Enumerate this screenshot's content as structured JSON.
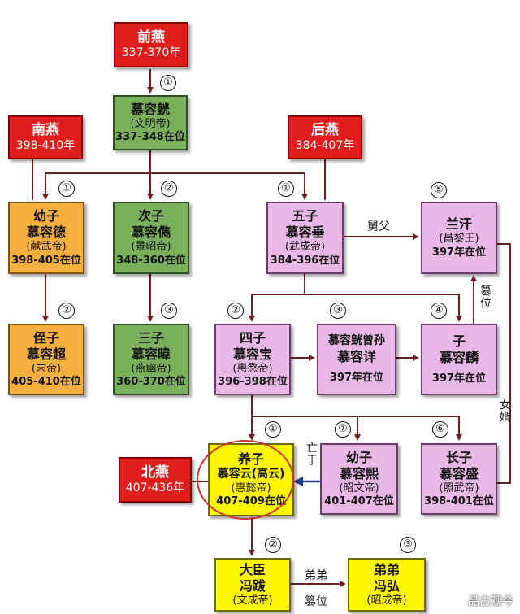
{
  "nodes": {
    "qianyan": {
      "line1": "前燕",
      "line2": "337-370年"
    },
    "nanyan": {
      "line1": "南燕",
      "line2": "398-410年"
    },
    "houyan": {
      "line1": "后燕",
      "line2": "384-407年"
    },
    "beiyan": {
      "line1": "北燕",
      "line2": "407-436年"
    },
    "murong_huang": {
      "name": "慕容皝",
      "title": "(文明帝)",
      "reign": "337-348在位"
    },
    "murong_de": {
      "relation": "幼子",
      "name": "慕容德",
      "title": "(献武帝)",
      "reign": "398-405在位"
    },
    "murong_jun": {
      "relation": "次子",
      "name": "慕容儁",
      "title": "(景昭帝)",
      "reign": "348-360在位"
    },
    "murong_chui": {
      "relation": "五子",
      "name": "慕容垂",
      "title": "(武成帝)",
      "reign": "384-396在位"
    },
    "lan_han": {
      "name": "兰汗",
      "title": "(昌黎王)",
      "reign": "397年在位"
    },
    "murong_chao": {
      "relation": "侄子",
      "name": "慕容超",
      "title": "(末帝)",
      "reign": "405-410在位"
    },
    "murong_wei": {
      "relation": "三子",
      "name": "慕容暐",
      "title": "(燕幽帝)",
      "reign": "360-370在位"
    },
    "murong_bao": {
      "relation": "四子",
      "name": "慕容宝",
      "title": "(惠愍帝)",
      "reign": "396-398在位"
    },
    "murong_xiang": {
      "relation": "慕容皝曾孙",
      "name": "慕容详",
      "reign": "397年在位"
    },
    "murong_lin": {
      "relation": "子",
      "name": "慕容麟",
      "reign": "397年在位"
    },
    "gao_yun": {
      "relation": "养子",
      "name": "慕容云(高云)",
      "title": "(惠懿帝)",
      "reign": "407-409在位"
    },
    "murong_xi": {
      "relation": "幼子",
      "name": "慕容熙",
      "title": "(昭文帝)",
      "reign": "401-407在位"
    },
    "murong_sheng": {
      "relation": "长子",
      "name": "慕容盛",
      "title": "(照武帝)",
      "reign": "398-401在位"
    },
    "feng_ba": {
      "relation": "大臣",
      "name": "冯跋",
      "title": "(文成帝)"
    },
    "feng_hong": {
      "relation": "弟弟",
      "name": "冯弘",
      "title": "(昭成帝)"
    }
  },
  "order_numbers": {
    "huang": "①",
    "de": "①",
    "jun": "②",
    "chui": "①",
    "lanhan": "⑤",
    "chao": "②",
    "wei": "③",
    "bao": "②",
    "xiang": "③",
    "lin": "④",
    "gaoyun": "①",
    "xi": "⑦",
    "sheng": "⑥",
    "fengba": "②",
    "fenghong": "③"
  },
  "edge_labels": {
    "uncle": "舅父",
    "usurp_lanhan": "篡位",
    "son_in_law": "女婿",
    "killed": "亡于",
    "brother": "弟弟",
    "usurp_fenghong": "篡位"
  },
  "watermark": "品古观今",
  "colors": {
    "state": "#e01c1c",
    "former_yan": "#7ab05c",
    "southern_yan": "#f7b040",
    "later_yan": "#e9b8e6",
    "northern_yan": "#fff600",
    "highlight": "#c8342c",
    "arrow_dark": "#6b1f1f",
    "arrow_blue": "#1f3f8f"
  }
}
